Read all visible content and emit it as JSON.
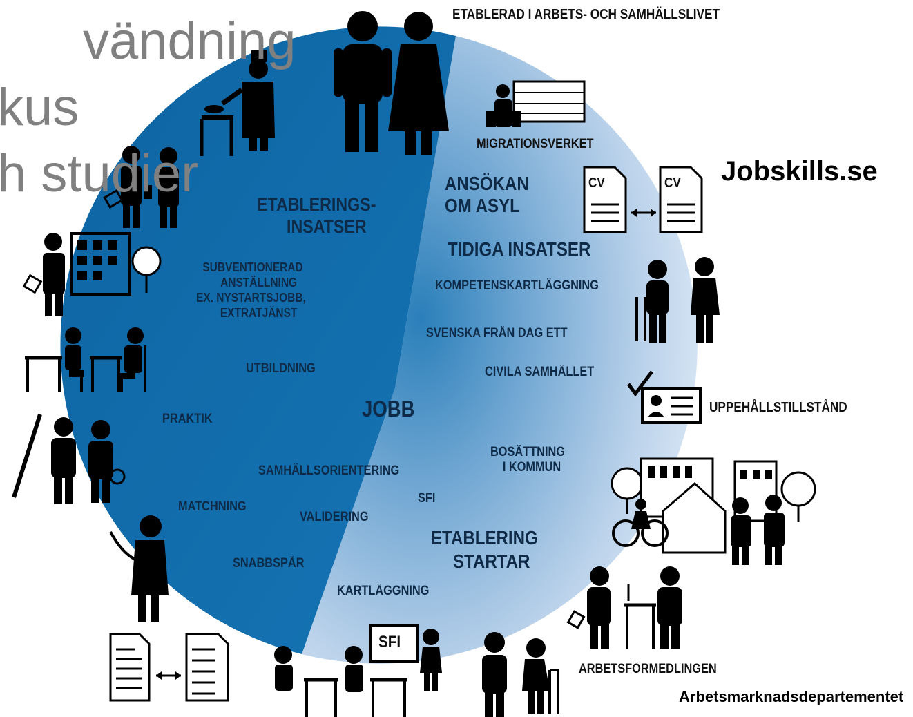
{
  "background_title": {
    "line1": "vändning",
    "line2": "kus",
    "line3": "h studier"
  },
  "brand": "Jobskills.se",
  "footer": "Arbetsmarknadsdepartementet",
  "outer_labels": {
    "etablerad": "ETABLERAD I ARBETS- OCH SAMHÄLLSLIVET",
    "migrationsverket": "MIGRATIONSVERKET",
    "uppehallstillstand": "UPPEHÅLLSTILLSTÅND",
    "arbetsformedlingen": "ARBETSFÖRMEDLINGEN"
  },
  "icon_text": {
    "cv_left": "CV",
    "cv_right": "CV",
    "sfi_board": "SFI"
  },
  "wheel_labels": {
    "etableringsinsatser": [
      "ETABLERINGS-",
      "INSATSER"
    ],
    "subventionerad": [
      "SUBVENTIONERAD",
      "ANSTÄLLNING",
      "EX. NYSTARTSJOBB,",
      "EXTRATJÄNST"
    ],
    "utbildning": "UTBILDNING",
    "praktik": "PRAKTIK",
    "jobb": "JOBB",
    "samhallsorientering": "SAMHÄLLSORIENTERING",
    "matchning": "MATCHNING",
    "validering": "VALIDERING",
    "sfi": "SFI",
    "snabbspar": "SNABBSPÅR",
    "kartlaggning": "KARTLÄGGNING",
    "etablering_startar": [
      "ETABLERING",
      "STARTAR"
    ],
    "ansokan": [
      "ANSÖKAN",
      "OM ASYL"
    ],
    "tidiga_insatser": "TIDIGA INSATSER",
    "kompetenskartlaggning": "KOMPETENSKARTLÄGGNING",
    "svenska_fran_dag_ett": "SVENSKA FRÅN DAG ETT",
    "civila_samhallet": "CIVILA SAMHÄLLET",
    "bosattning": [
      "BOSÄTTNING",
      "I KOMMUN"
    ]
  },
  "colors": {
    "wheel_dark": "#0f6aa8",
    "wheel_light": "#c9dcef",
    "wheel_label_text": "#0e2a47",
    "background_title": "#808080",
    "icons": "#000000"
  }
}
